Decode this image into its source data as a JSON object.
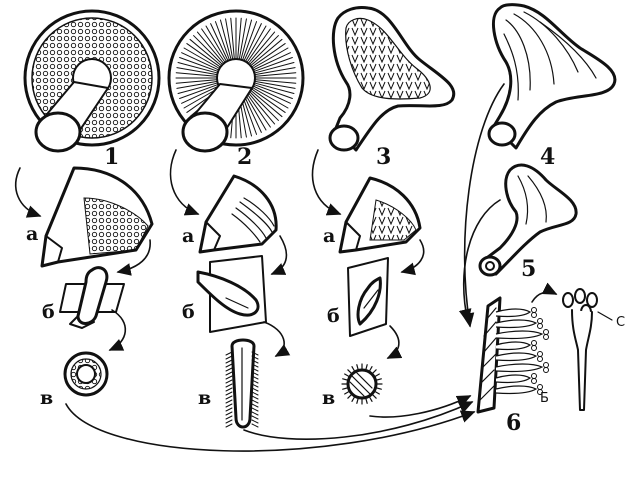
{
  "labels": {
    "fig1": "1",
    "fig2": "2",
    "fig3": "3",
    "fig4": "4",
    "fig5": "5",
    "fig6": "6",
    "a1": "а",
    "a2": "а",
    "a3": "а",
    "b1": "б",
    "b2": "б",
    "b3": "б",
    "v1": "в",
    "v2": "в",
    "v3": "в",
    "basidium": "Б",
    "spores": "С"
  }
}
